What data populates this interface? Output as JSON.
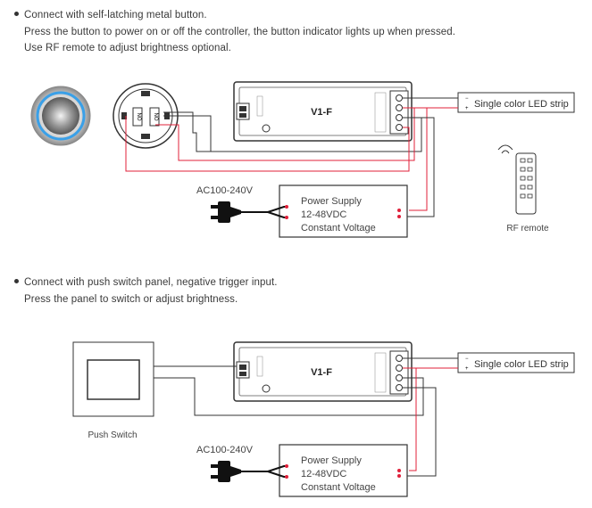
{
  "section1": {
    "title": "Connect with self-latching metal button.",
    "line2": "Press the button to power on or off the controller, the button indicator lights up when pressed.",
    "line3": "Use RF remote to adjust brightness optional."
  },
  "section2": {
    "title": "Connect with push switch panel, negative trigger input.",
    "line2": "Press the panel to switch or adjust brightness."
  },
  "controller": {
    "model": "V1-F"
  },
  "led_strip": {
    "label": "Single color LED strip",
    "minus": "−",
    "plus": "+"
  },
  "power_supply": {
    "line1": "Power Supply",
    "line2": "12-48VDC",
    "line3": "Constant Voltage"
  },
  "ac_label": "AC100-240V",
  "remote_label": "RF remote",
  "push_switch_label": "Push Switch",
  "button_contact_label": "NO",
  "colors": {
    "wire_red": "#e0203a",
    "wire_black": "#333333",
    "button_ring": "#3aa0e8"
  }
}
